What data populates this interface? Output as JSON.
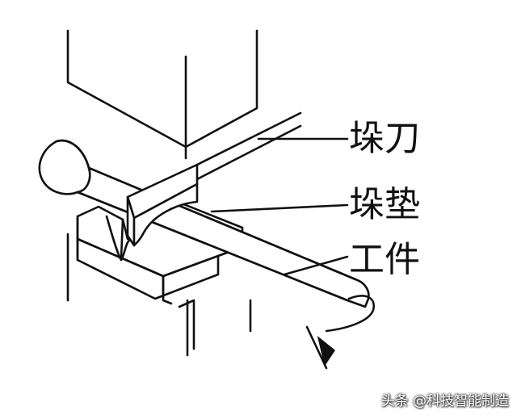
{
  "labels": {
    "blade": "垛刀",
    "pad": "垛垫",
    "workpiece": "工件"
  },
  "watermark": "头条 @科技智能制造",
  "colors": {
    "line": "#111111",
    "background": "#ffffff"
  }
}
